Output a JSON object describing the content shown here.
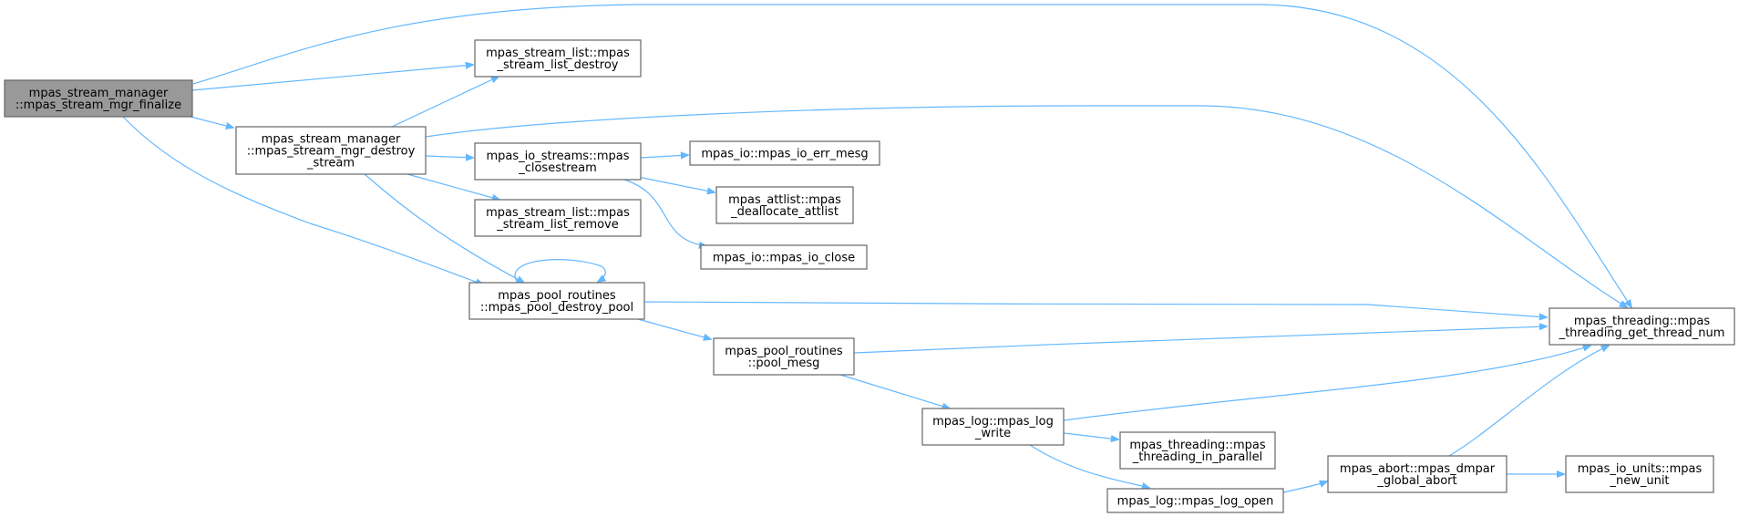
{
  "colors": {
    "edge": "#63b8ff",
    "node_border": "#666666",
    "root_fill": "#999999",
    "node_fill": "#ffffff"
  },
  "nodes": {
    "finalize": {
      "lines": [
        "mpas_stream_manager",
        "::mpas_stream_mgr_finalize"
      ],
      "root": true
    },
    "list_destroy": {
      "lines": [
        "mpas_stream_list::mpas",
        "_stream_list_destroy"
      ]
    },
    "mgr_destroy_stream": {
      "lines": [
        "mpas_stream_manager",
        "::mpas_stream_mgr_destroy",
        "_stream"
      ]
    },
    "closestream": {
      "lines": [
        "mpas_io_streams::mpas",
        "_closestream"
      ]
    },
    "io_err_mesg": {
      "lines": [
        "mpas_io::mpas_io_err_mesg"
      ]
    },
    "deallocate_attlist": {
      "lines": [
        "mpas_attlist::mpas",
        "_deallocate_attlist"
      ]
    },
    "list_remove": {
      "lines": [
        "mpas_stream_list::mpas",
        "_stream_list_remove"
      ]
    },
    "io_close": {
      "lines": [
        "mpas_io::mpas_io_close"
      ]
    },
    "pool_destroy_pool": {
      "lines": [
        "mpas_pool_routines",
        "::mpas_pool_destroy_pool"
      ]
    },
    "get_thread_num": {
      "lines": [
        "mpas_threading::mpas",
        "_threading_get_thread_num"
      ]
    },
    "pool_mesg": {
      "lines": [
        "mpas_pool_routines",
        "::pool_mesg"
      ]
    },
    "log_write": {
      "lines": [
        "mpas_log::mpas_log",
        "_write"
      ]
    },
    "in_parallel": {
      "lines": [
        "mpas_threading::mpas",
        "_threading_in_parallel"
      ]
    },
    "global_abort": {
      "lines": [
        "mpas_abort::mpas_dmpar",
        "_global_abort"
      ]
    },
    "new_unit": {
      "lines": [
        "mpas_io_units::mpas",
        "_new_unit"
      ]
    },
    "log_open": {
      "lines": [
        "mpas_log::mpas_log_open"
      ]
    }
  }
}
